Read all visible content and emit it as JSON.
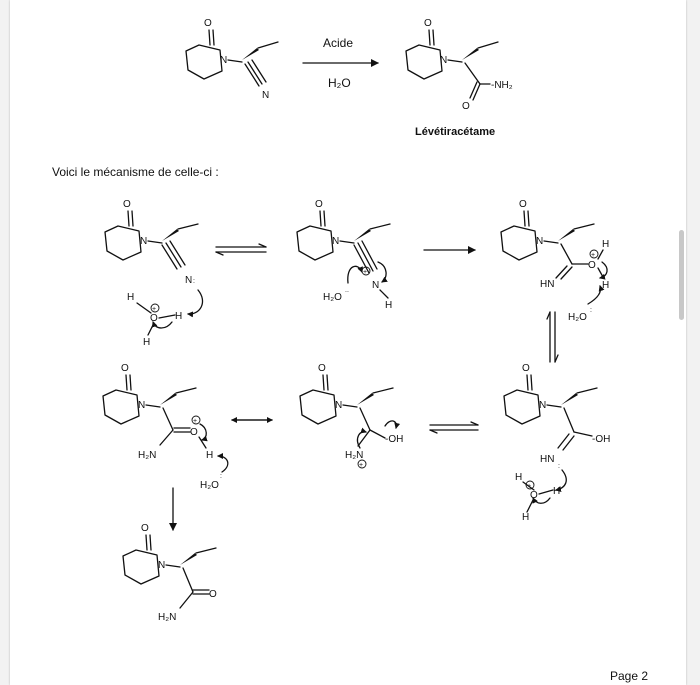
{
  "reaction": {
    "reagent_top": "Acide",
    "reagent_bottom": "H₂O",
    "product_name": "Lévétiracétame"
  },
  "mechanism_intro": "Voici le mécanisme de celle-ci :",
  "atoms": {
    "n": "N",
    "o": "O",
    "h": "H",
    "nh2": "-NH₂",
    "h2n": "H₂N",
    "hn": "HN",
    "oh": "OH",
    "oh_dash": "-OH",
    "h2o": "H₂O",
    "plus": "+"
  },
  "footer": {
    "page_label": "Page 2"
  }
}
